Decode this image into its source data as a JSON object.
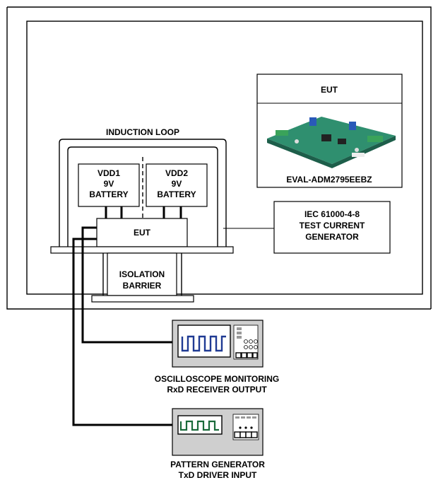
{
  "labels": {
    "eut_panel_title": "EUT",
    "eval_board": "EVAL-ADM2795EEBZ",
    "induction_loop": "INDUCTION LOOP",
    "vdd1": [
      "VDD1",
      "9V",
      "BATTERY"
    ],
    "vdd2": [
      "VDD2",
      "9V",
      "BATTERY"
    ],
    "eut_center": "EUT",
    "generator": [
      "IEC 61000-4-8",
      "TEST CURRENT",
      "GENERATOR"
    ],
    "isolation": [
      "ISOLATION",
      "BARRIER"
    ],
    "oscilloscope": [
      "OSCILLOSCOPE MONITORING",
      "RxD RECEIVER OUTPUT"
    ],
    "pattern": [
      "PATTERN GENERATOR",
      "TxD DRIVER INPUT"
    ]
  },
  "colors": {
    "line": "#000000",
    "instrument_body": "#cfcfcf",
    "scope_wave": "#1f3a93",
    "pattern_wave": "#1a6b3a",
    "board_green": "#2f8f6f",
    "board_dark": "#1d5e4a",
    "connector_blue": "#2a59b8",
    "terminal_green": "#3aa35a"
  },
  "icons": {
    "board_photo": "pcb-board-icon",
    "scope_screen": "square-wave-icon",
    "pattern_screen": "square-wave-icon",
    "knobs": "knob-icon"
  }
}
